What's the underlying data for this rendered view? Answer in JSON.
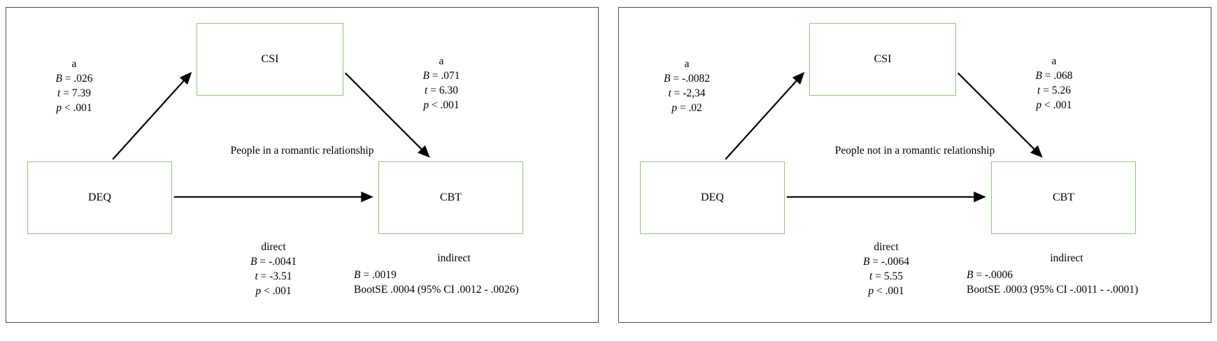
{
  "panels": [
    {
      "boxes": {
        "top": "CSI",
        "left": "DEQ",
        "right": "CBT"
      },
      "center_label": "People in a romantic relationship",
      "path_left": {
        "label": "a",
        "lines": [
          "B = .026",
          "t = 7.39",
          "p < .001"
        ]
      },
      "path_right": {
        "label": "a",
        "lines": [
          "B = .071",
          "t = 6.30",
          "p < .001"
        ]
      },
      "direct": {
        "label": "direct",
        "lines": [
          "B = -.0041",
          "t = -3.51",
          "p < .001"
        ]
      },
      "indirect": {
        "label": "indirect",
        "b_line": "B = .0019",
        "boot_line": "BootSE .0004 (95% CI .0012 - .0026)"
      }
    },
    {
      "boxes": {
        "top": "CSI",
        "left": "DEQ",
        "right": "CBT"
      },
      "center_label": "People not in a romantic relationship",
      "path_left": {
        "label": "a",
        "lines": [
          "B = -.0082",
          "t = -2,34",
          "p = .02"
        ]
      },
      "path_right": {
        "label": "a",
        "lines": [
          "B = .068",
          "t = 5.26",
          "p < .001"
        ]
      },
      "direct": {
        "label": "direct",
        "lines": [
          "B = -.0064",
          "t = 5.55",
          "p < .001"
        ]
      },
      "indirect": {
        "label": "indirect",
        "b_line": "B = -.0006",
        "boot_line": "BootSE .0003 (95% CI -.0011 - -.0001)"
      }
    }
  ],
  "colors": {
    "box_border": "#9bc27d",
    "panel_border": "#4d4d4d",
    "arrow": "#000000"
  }
}
